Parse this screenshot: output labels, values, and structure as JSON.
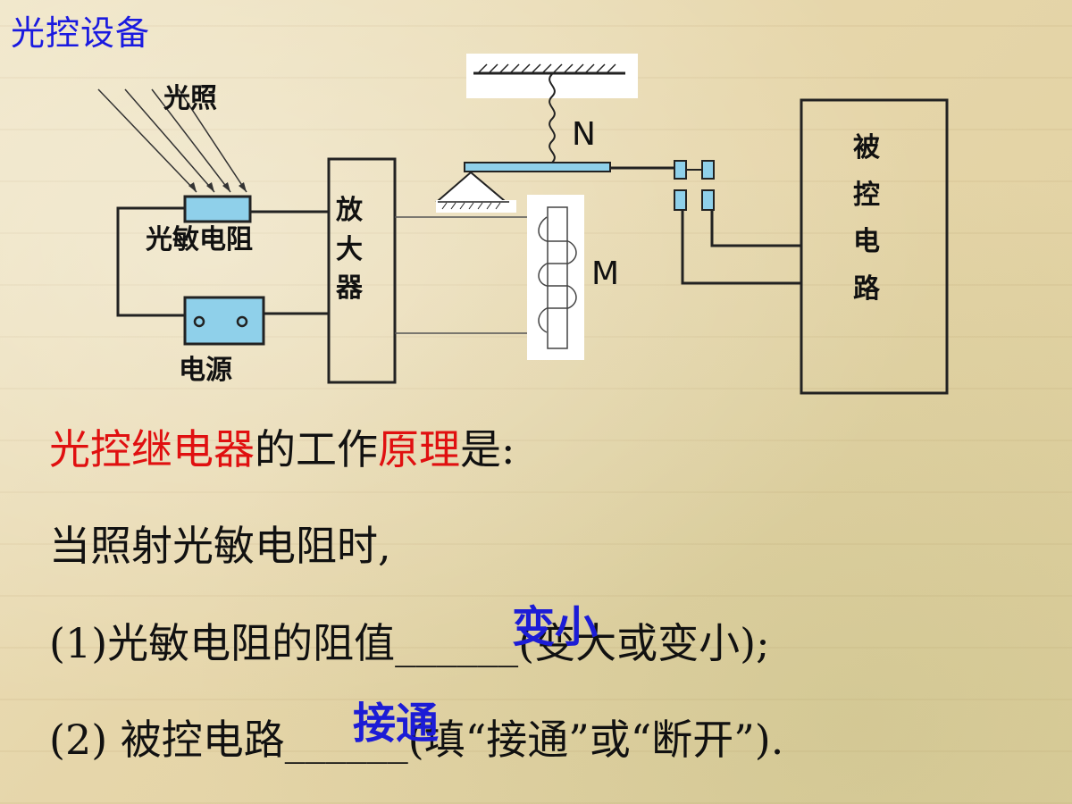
{
  "title": "光控设备",
  "diagram": {
    "light_label": "光照",
    "photoresistor_label": "光敏电阻",
    "power_label": "电源",
    "amplifier_label": [
      "放",
      "大",
      "器"
    ],
    "spring_label": "N",
    "coil_label": "M",
    "controlled_label": [
      "被",
      "控",
      "电",
      "路"
    ]
  },
  "text": {
    "heading_red1": "光控继电器",
    "heading_black1": "的工作",
    "heading_red2": "原理",
    "heading_black2": "是:",
    "line1": "当照射光敏电阻时,",
    "q1_prefix": "(1)光敏电阻的阻值",
    "q1_blank": "______",
    "q1_suffix": "(变大或变小);",
    "q1_answer": "变小",
    "q2_prefix": "(2) 被控电路",
    "q2_blank": "______",
    "q2_suffix": "(填“接通”或“断开”).",
    "q2_answer": "接通"
  }
}
